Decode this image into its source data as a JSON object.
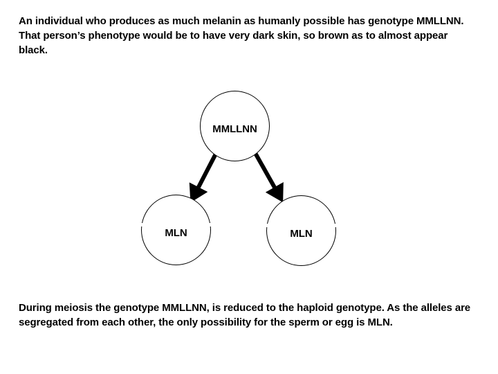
{
  "slide": {
    "background_color": "#ffffff",
    "text_color": "#000000",
    "intro_paragraph": "An individual who produces as much melanin as humanly possible has genotype MMLLNN. That person’s phenotype would be to have very dark skin, so brown as to almost appear black.",
    "conclusion_paragraph": "During meiosis the genotype MMLLNN, is reduced to the haploid genotype. As the alleles are segregated from each other, the only possibility for the sperm or egg is MLN."
  },
  "diagram": {
    "type": "meiosis-segregation",
    "stroke_color": "#000000",
    "fill_color": "#ffffff",
    "nodes": [
      {
        "id": "parent",
        "label": "MMLLNN",
        "role": "diploid-cell"
      },
      {
        "id": "gamete-left",
        "label": "MLN",
        "role": "haploid-gamete"
      },
      {
        "id": "gamete-right",
        "label": "MLN",
        "role": "haploid-gamete"
      }
    ],
    "arrows": [
      {
        "id": "arrow-left",
        "from": "parent",
        "to": "gamete-left"
      },
      {
        "id": "arrow-right",
        "from": "parent",
        "to": "gamete-right"
      }
    ]
  }
}
